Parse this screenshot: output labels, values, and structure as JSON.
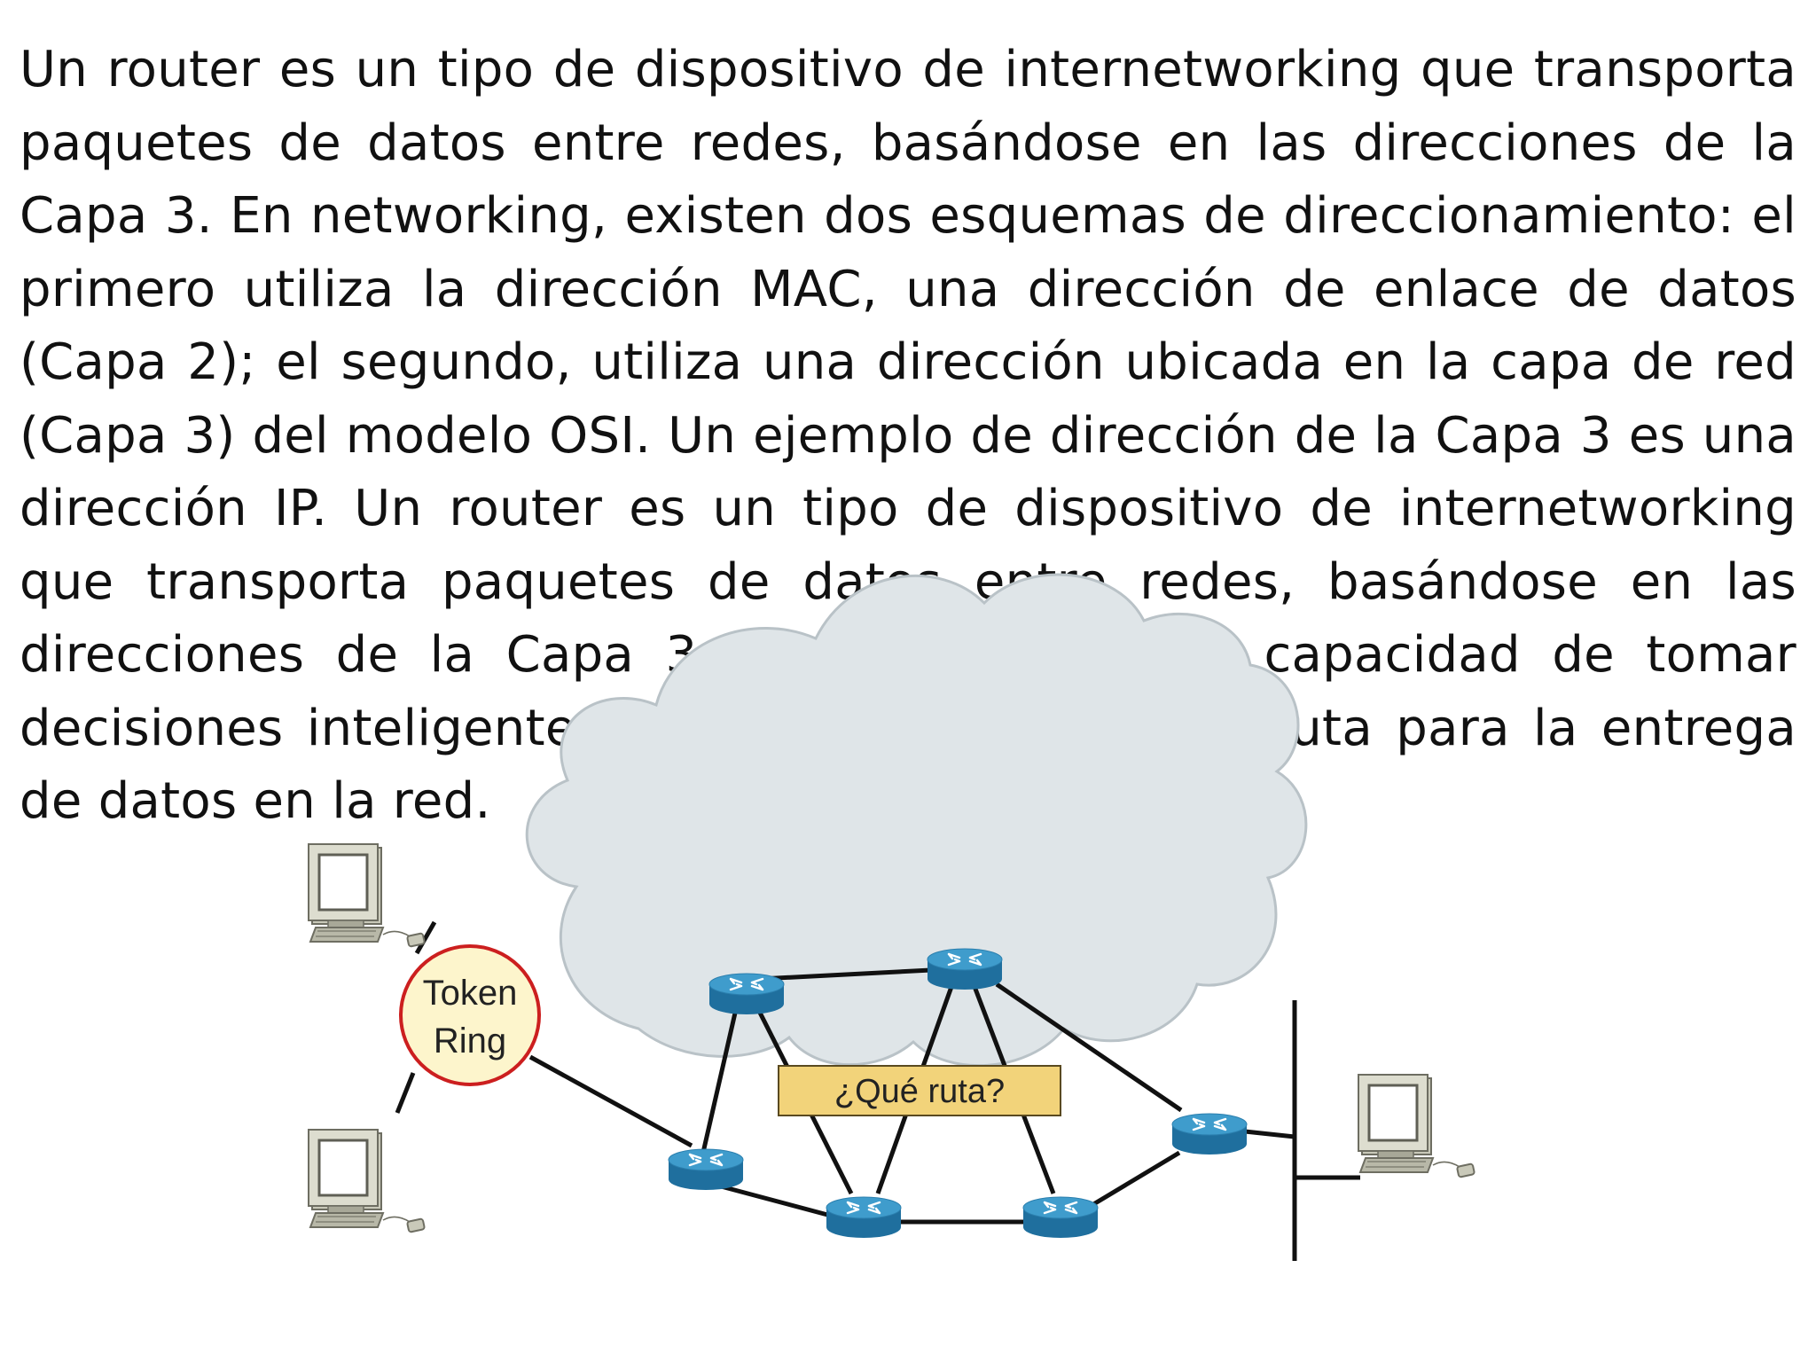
{
  "paragraph": "Un router es un tipo de dispositivo de internetworking que transporta paquetes de datos entre redes, basándose en las direcciones de la Capa 3. En networking, existen dos esquemas de direccionamiento: el primero utiliza la dirección MAC, una dirección de enlace de datos (Capa 2); el segundo, utiliza una dirección ubicada en la capa de red (Capa 3) del modelo OSI. Un ejemplo de dirección de la Capa 3 es una dirección IP. Un router es un tipo de dispositivo de internetworking que transporta paquetes de datos entre redes, basándose en las direcciones de la Capa 3. Un router tiene la capacidad de tomar decisiones inteligentes con respecto a la mejor ruta para la entrega de datos en la red.",
  "diagram": {
    "token_ring": {
      "line1": "Token",
      "line2": "Ring"
    },
    "question": "¿Qué ruta?",
    "icons": [
      "computer-icon",
      "router-icon",
      "network-cloud"
    ],
    "colors": {
      "cloud_fill": "#dfe5e8",
      "cloud_stroke": "#b9c2c7",
      "router_top": "#3f9ccc",
      "router_side": "#1f6f9e",
      "ring_stroke": "#cc1f1f",
      "ring_fill": "#fdf5cc",
      "label_fill": "#f2d37a",
      "computer_body": "#b8b8a8"
    }
  }
}
